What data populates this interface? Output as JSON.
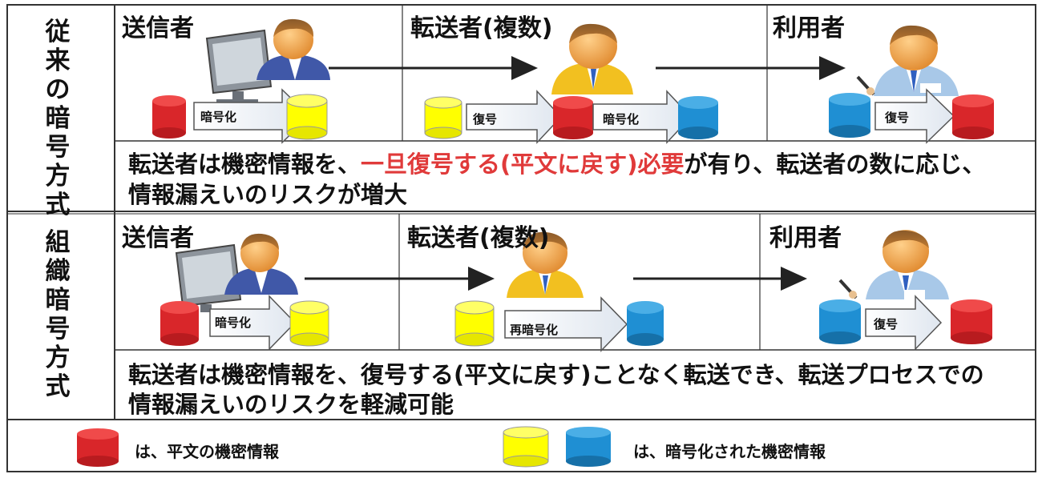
{
  "rows": [
    {
      "side_label": "従来の暗号方式",
      "roles": [
        "送信者",
        "転送者(複数)",
        "利用者"
      ],
      "ops": [
        "暗号化",
        "復号",
        "暗号化",
        "復号"
      ],
      "desc": {
        "pre": "転送者は機密情報を、",
        "highlight": "一旦復号する(平文に戻す)必要",
        "post": "が有り、転送者の数に応じ、",
        "line2": "情報漏えいのリスクが増大"
      }
    },
    {
      "side_label": "組織暗号方式",
      "roles": [
        "送信者",
        "転送者(複数)",
        "利用者"
      ],
      "ops": [
        "暗号化",
        "再暗号化",
        "復号"
      ],
      "desc": {
        "line1": "転送者は機密情報を、復号する(平文に戻す)ことなく転送でき、転送プロセスでの",
        "line2": "情報漏えいのリスクを軽減可能"
      }
    }
  ],
  "legend": {
    "plain": "は、平文の機密情報",
    "encrypted": "は、暗号化された機密情報"
  },
  "colors": {
    "red": "#d9262a",
    "yellow": "#ffff00",
    "blue": "#1f8fd3",
    "highlight": "#e03a3a",
    "border": "#333333"
  },
  "icons": [
    "person-icon",
    "computer-monitor-icon",
    "database-cylinder-icon",
    "arrow-right-icon",
    "pen-icon"
  ]
}
